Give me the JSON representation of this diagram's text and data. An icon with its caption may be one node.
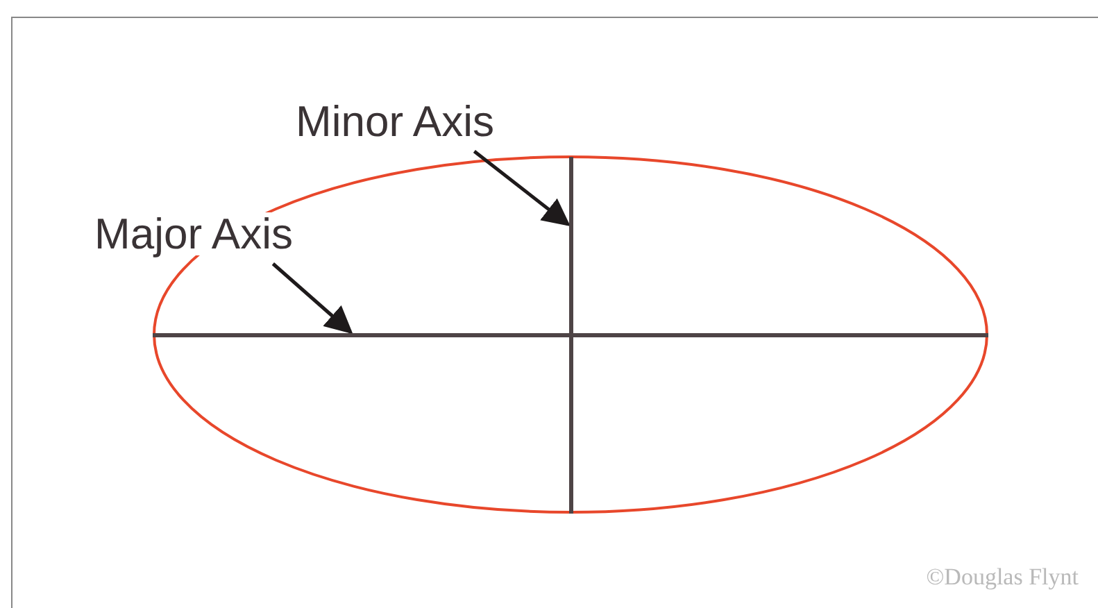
{
  "diagram": {
    "nodes": [
      {
        "text": [
          "Minor Axis"
        ]
      },
      {
        "text": [],
        "shape": "line"
      },
      {
        "text": [
          "Major Axis"
        ]
      },
      {
        "text": [],
        "shape": "line"
      }
    ],
    "edges": [
      {
        "from": 0,
        "to": 1,
        "arrow": "to"
      },
      {
        "from": 2,
        "to": 3,
        "arrow": "to"
      }
    ],
    "labels": [
      "©Douglas Flynt"
    ]
  }
}
